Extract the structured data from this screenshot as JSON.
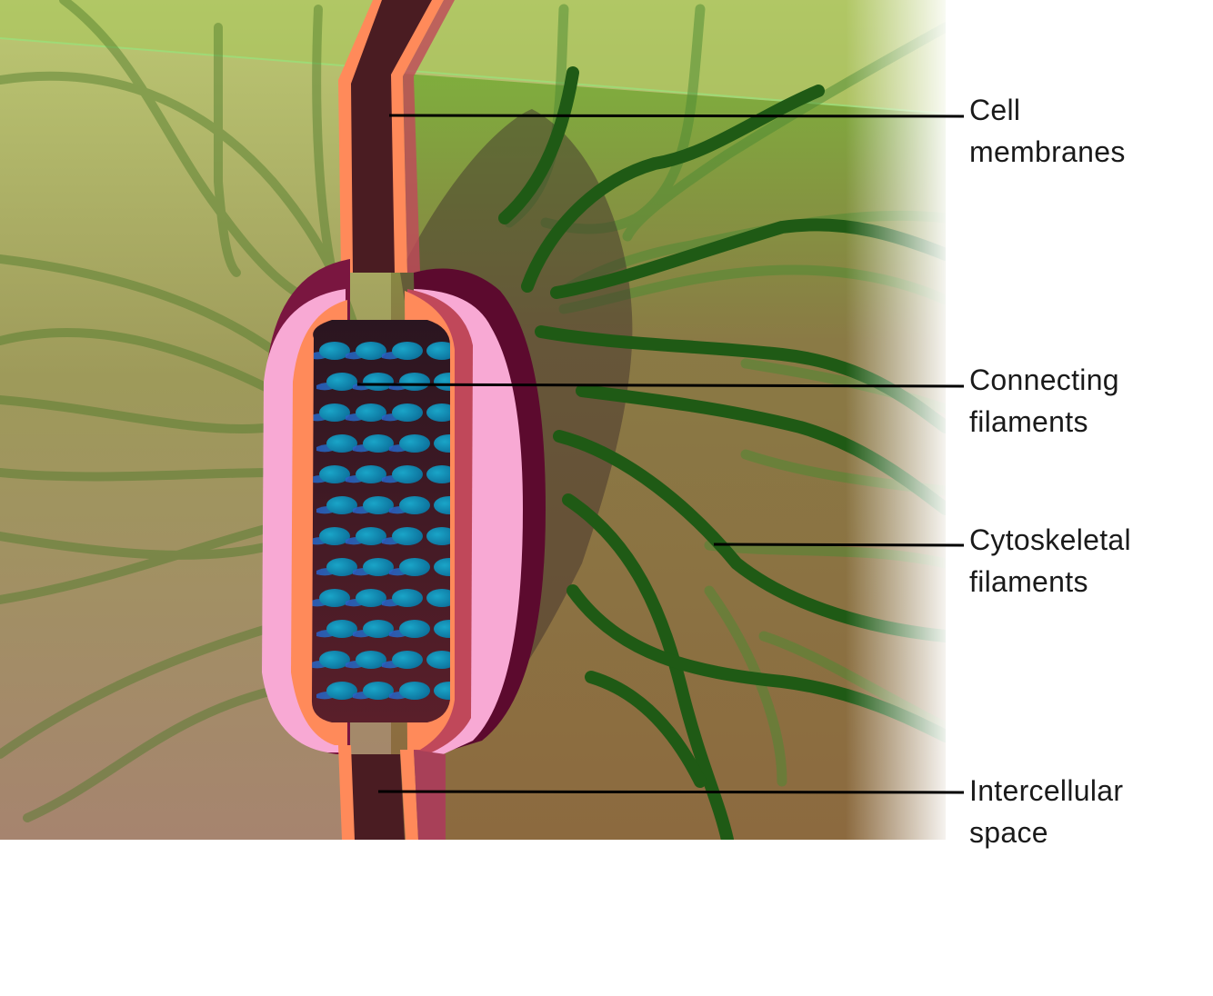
{
  "diagram": {
    "labels": [
      {
        "id": "cell-membranes",
        "lines": [
          "Cell",
          "membranes"
        ]
      },
      {
        "id": "connecting-filaments",
        "lines": [
          "Connecting",
          "filaments"
        ]
      },
      {
        "id": "cytoskeletal-filaments",
        "lines": [
          "Cytoskeletal",
          "filaments"
        ]
      },
      {
        "id": "intercellular-space",
        "lines": [
          "Intercellular",
          "space"
        ]
      }
    ]
  },
  "colors": {
    "cell_top": "#b9c672",
    "cell_bottom": "#a3876f",
    "filament": "#2f6b1a",
    "membrane_outer": "#f8a9d4",
    "membrane_edge": "#ff8a5a",
    "intercellular": "#4a1c22",
    "plaque_dark": "#5c0a2e",
    "connector": "#1e90b8"
  }
}
